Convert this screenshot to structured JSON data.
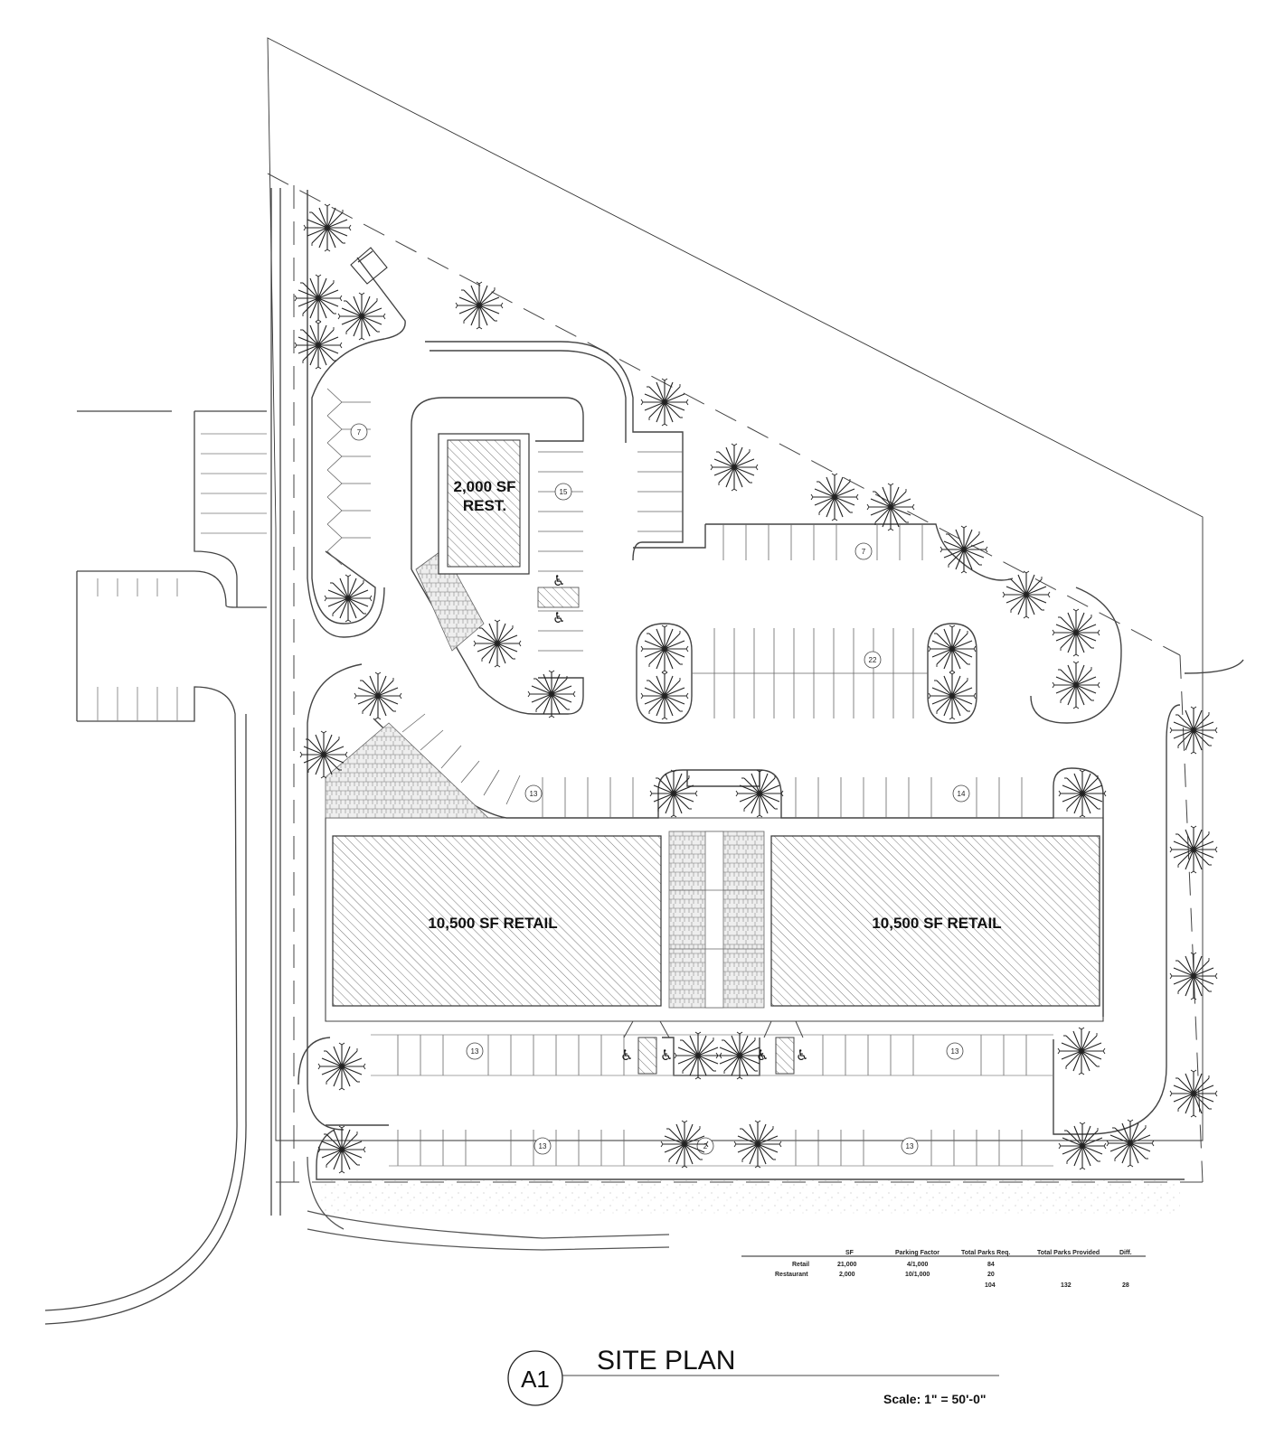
{
  "buildings": [
    {
      "label_lines": [
        "2,000 SF",
        "REST."
      ]
    },
    {
      "label_lines": [
        "10,500 SF RETAIL"
      ]
    },
    {
      "label_lines": [
        "10,500 SF RETAIL"
      ]
    }
  ],
  "parking_counts": [
    "7",
    "15",
    "7",
    "22",
    "13",
    "14",
    "13",
    "13",
    "13",
    "2",
    "13"
  ],
  "parking_table": {
    "headers": [
      "SF",
      "Parking Factor",
      "Total Parks Req.",
      "Total Parks Provided",
      "Diff."
    ],
    "rows": [
      {
        "label": "Retail",
        "sf": "21,000",
        "factor": "4/1,000",
        "req": "84",
        "provided": "",
        "diff": ""
      },
      {
        "label": "Restaurant",
        "sf": "2,000",
        "factor": "10/1,000",
        "req": "20",
        "provided": "",
        "diff": ""
      },
      {
        "label": "",
        "sf": "",
        "factor": "",
        "req": "104",
        "provided": "132",
        "diff": "28"
      }
    ]
  },
  "title_block": {
    "sheet_number": "A1",
    "title": "SITE PLAN",
    "scale": "Scale: 1\" = 50'-0\""
  },
  "icons": {
    "tree": "tree-icon",
    "accessible": "accessible-parking-icon"
  }
}
